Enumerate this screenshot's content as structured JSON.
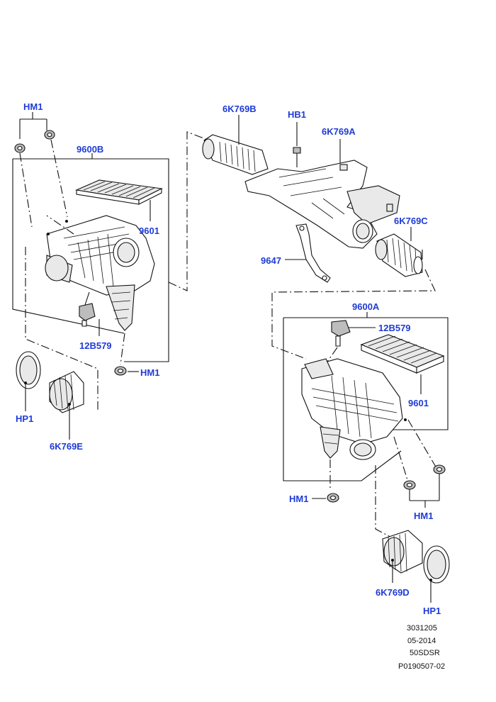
{
  "colors": {
    "callout": "#1f3bd6",
    "line": "#111111",
    "background": "#ffffff"
  },
  "callouts": {
    "hm1_top_left": "HM1",
    "filter_box_left": "9600B",
    "element_left": "9601",
    "sensor_left": "12B579",
    "hm1_left_bottom": "HM1",
    "hp1_left": "HP1",
    "duct_left": "6K769E",
    "duct_b": "6K769B",
    "hb1": "HB1",
    "duct_a": "6K769A",
    "duct_c": "6K769C",
    "bracket": "9647",
    "filter_box_right": "9600A",
    "sensor_right": "12B579",
    "element_right": "9601",
    "hm1_right_left": "HM1",
    "hm1_right_bottom": "HM1",
    "duct_d": "6K769D",
    "hp1_right": "HP1"
  },
  "reference": {
    "code": "3031205",
    "date": "05-2014",
    "model": "50SDSR",
    "illustration": "P0190507-02"
  }
}
